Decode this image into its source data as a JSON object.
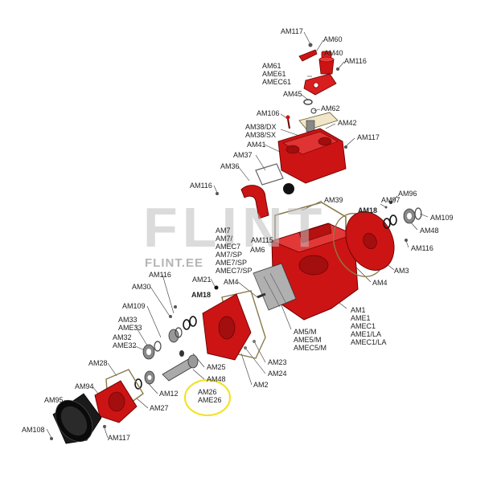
{
  "watermark": {
    "big": "FLINT",
    "small": "FLINT.EE"
  },
  "highlight_color": "#f2e22a",
  "part_color": "#cc1414",
  "labels": {
    "am117_top": "AM117",
    "am60": "AM60",
    "am40": "AM40",
    "am116_top": "AM116",
    "am61": "AM61\nAME61\nAMEC61",
    "am45": "AM45",
    "am62": "AM62",
    "am106": "AM106",
    "am42": "AM42",
    "am38": "AM38/DX\nAM38/SX",
    "am117_mid": "AM117",
    "am41": "AM41",
    "am37": "AM37",
    "am36": "AM36",
    "am116_mid": "AM116",
    "am39": "AM39",
    "am97": "AM97",
    "am96": "AM96",
    "am18_right": "AM18",
    "am109_right": "AM109",
    "am48_right": "AM48",
    "am116_right": "AM116",
    "am7": "AM7\nAM7/\nAMEC7\nAM7/SP\nAME7/SP\nAMEC7/SP",
    "am115": "AM115",
    "am6": "AM6",
    "am3": "AM3",
    "am4_right": "AM4",
    "am116_left": "AM116",
    "am21": "AM21",
    "am4_mid": "AM4",
    "am30": "AM30",
    "am18_left": "AM18",
    "am109_left": "AM109",
    "am33": "AM33\nAME33",
    "am32": "AM32\nAME32",
    "am1": "AM1\nAME1\nAMEC1\nAME1/LA\nAMEC1/LA",
    "am5": "AM5/M\nAME5/M\nAMEC5/M",
    "am23": "AM23",
    "am24": "AM24",
    "am25": "AM25",
    "am48_left": "AM48",
    "am28": "AM28",
    "am2": "AM2",
    "am94": "AM94",
    "am12": "AM12",
    "am26": "AM26\nAME26",
    "am95": "AM95",
    "am27": "AM27",
    "am108": "AM108",
    "am117_bottom": "AM117"
  }
}
